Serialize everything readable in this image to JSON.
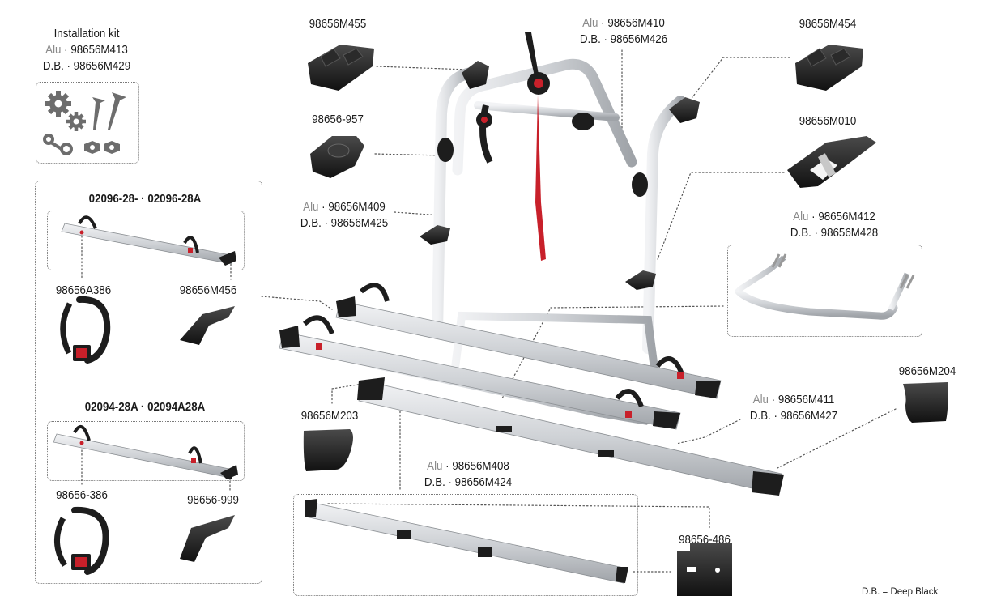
{
  "colors": {
    "aluminium": "#cfd2d6",
    "deep_black": "#1d1d1d",
    "strap_red": "#c8202a",
    "leader": "#555555"
  },
  "kit": {
    "title": "Installation kit",
    "alu_prefix": "Alu",
    "alu_code": "98656M413",
    "db_prefix": "D.B.",
    "db_code": "98656M429",
    "icons": [
      "gear-icon",
      "screw-icon",
      "chain-link-icon",
      "nut-icon"
    ]
  },
  "parts": {
    "p455": "98656M455",
    "p454": "98656M454",
    "p957": "98656-957",
    "p010": "98656M010",
    "p410": {
      "alu_prefix": "Alu",
      "alu_code": "98656M410",
      "db_prefix": "D.B.",
      "db_code": "98656M426"
    },
    "p409": {
      "alu_prefix": "Alu",
      "alu_code": "98656M409",
      "db_prefix": "D.B.",
      "db_code": "98656M425"
    },
    "p412": {
      "alu_prefix": "Alu",
      "alu_code": "98656M412",
      "db_prefix": "D.B.",
      "db_code": "98656M428"
    },
    "p411": {
      "alu_prefix": "Alu",
      "alu_code": "98656M411",
      "db_prefix": "D.B.",
      "db_code": "98656M427"
    },
    "p408": {
      "alu_prefix": "Alu",
      "alu_code": "98656M408",
      "db_prefix": "D.B.",
      "db_code": "98656M424"
    },
    "p203": "98656M203",
    "p204": "98656M204",
    "p486": "98656-486"
  },
  "rail_group_a": {
    "title": "02096-28- · 02096-28A",
    "strap": "98656A386",
    "wheel_holder": "98656M456"
  },
  "rail_group_b": {
    "title": "02094-28A · 02094A28A",
    "strap": "98656-386",
    "wheel_holder": "98656-999"
  },
  "legend": "D.B. = Deep Black"
}
